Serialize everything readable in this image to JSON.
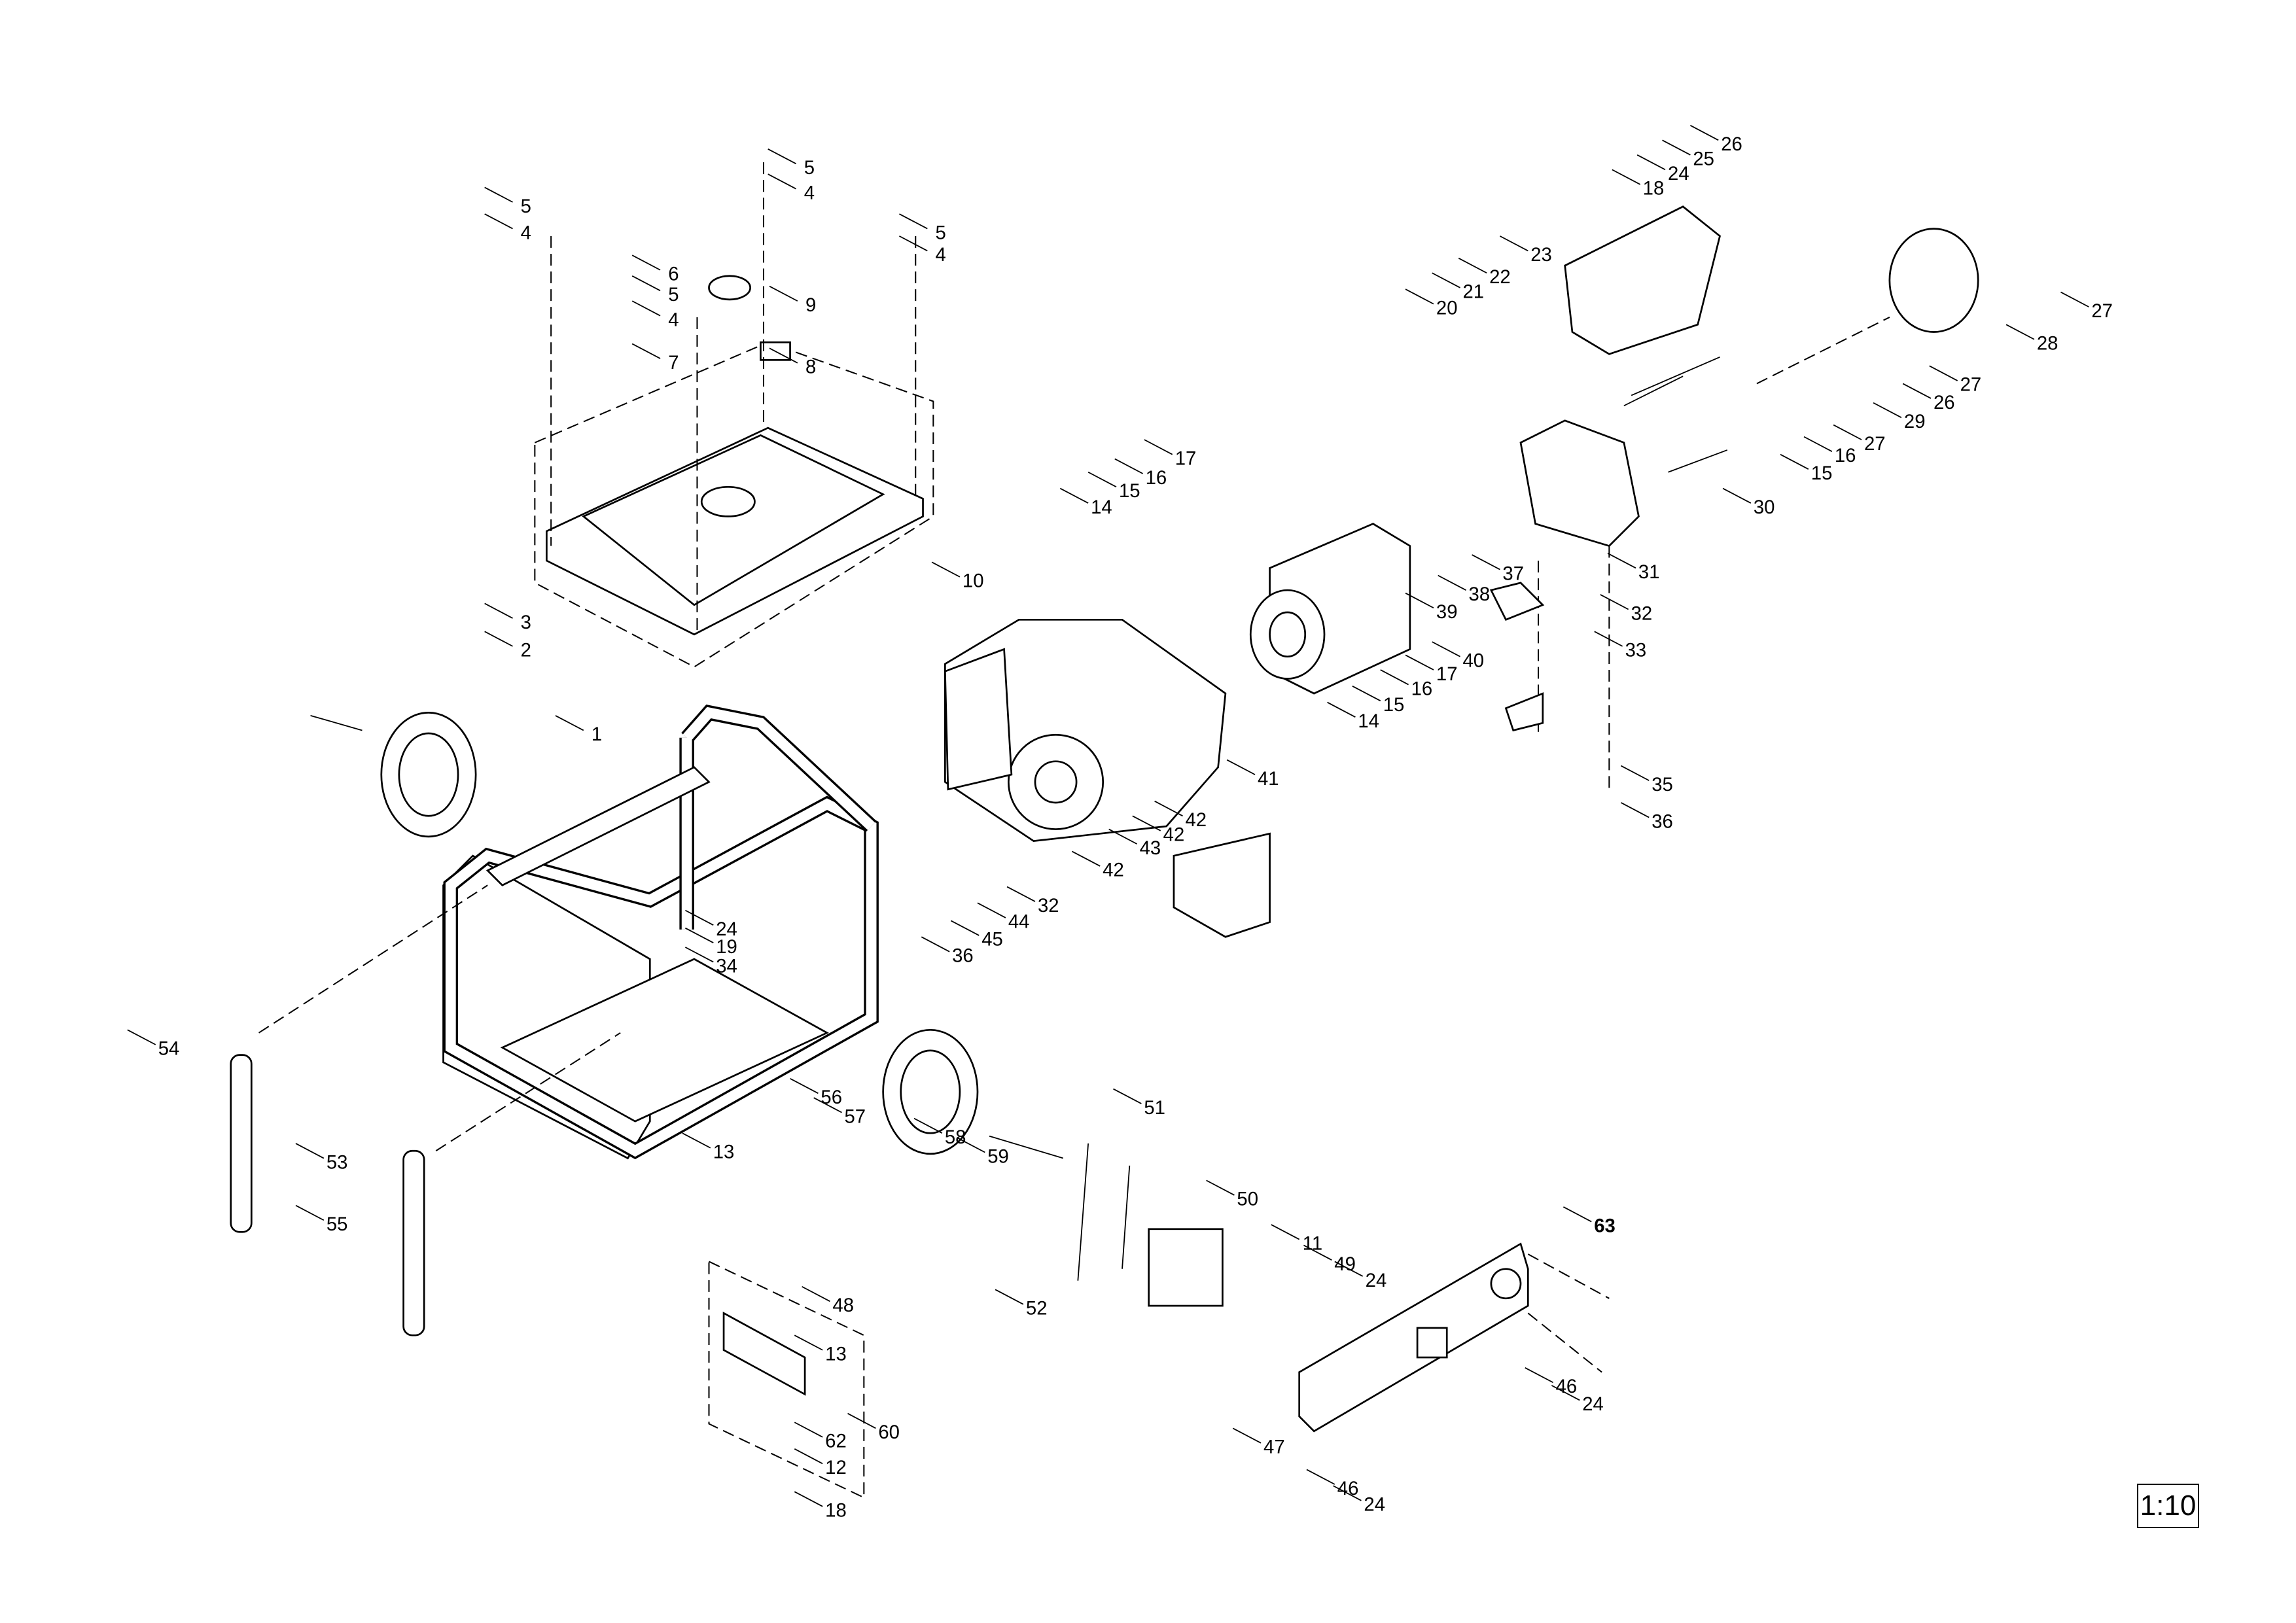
{
  "diagram": {
    "title": "Generator exploded parts view",
    "scale": "1:10",
    "callouts": [
      "5",
      "4",
      "5",
      "4",
      "5",
      "4",
      "6",
      "9",
      "5",
      "4",
      "7",
      "8",
      "26",
      "25",
      "24",
      "18",
      "23",
      "22",
      "21",
      "20",
      "27",
      "28",
      "27",
      "26",
      "29",
      "27",
      "16",
      "15",
      "30",
      "17",
      "16",
      "15",
      "14",
      "10",
      "37",
      "31",
      "38",
      "32",
      "39",
      "33",
      "40",
      "17",
      "16",
      "15",
      "14",
      "41",
      "35",
      "36",
      "42",
      "42",
      "43",
      "42",
      "3",
      "2",
      "1",
      "32",
      "44",
      "45",
      "36",
      "24",
      "19",
      "34",
      "54",
      "56",
      "57",
      "53",
      "13",
      "58",
      "55",
      "59",
      "51",
      "50",
      "63",
      "11",
      "49",
      "24",
      "52",
      "48",
      "13",
      "60",
      "62",
      "12",
      "18",
      "46",
      "24",
      "47",
      "46",
      "24"
    ]
  }
}
